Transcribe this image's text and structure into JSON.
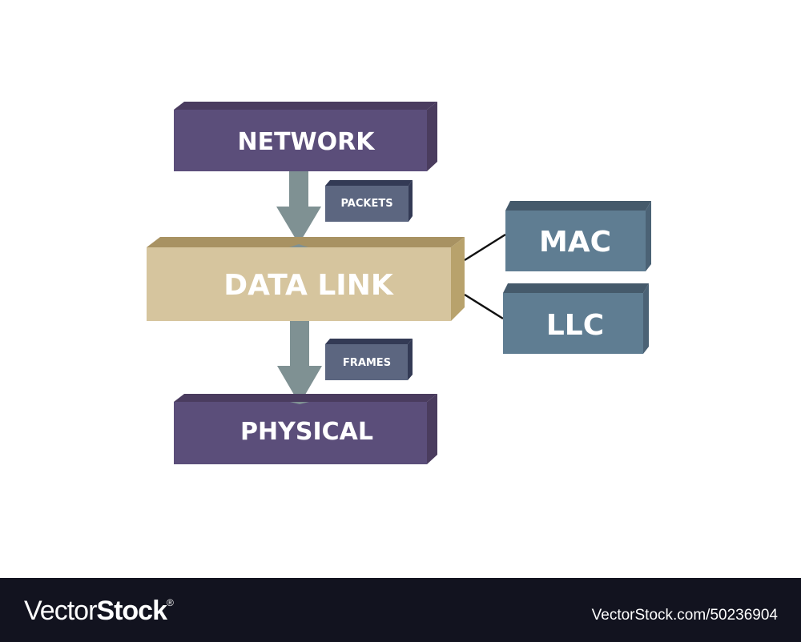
{
  "diagram": {
    "layers": {
      "network": "NETWORK",
      "data_link": "DATA LINK",
      "physical": "PHYSICAL"
    },
    "flows": {
      "packets": "PACKETS",
      "frames": "FRAMES"
    },
    "sublayers": {
      "mac": "MAC",
      "llc": "LLC"
    }
  },
  "footer": {
    "logo_light": "Vector",
    "logo_bold": "Stock",
    "logo_mark": "®",
    "reference": "VectorStock.com/50236904"
  },
  "colors": {
    "layer_purple": "#5b4e7a",
    "data_link": "#d6c59e",
    "sublayer": "#5f7d92",
    "flow_label": "#5c6680",
    "arrow": "#7f9193",
    "footer": "#12131f"
  }
}
